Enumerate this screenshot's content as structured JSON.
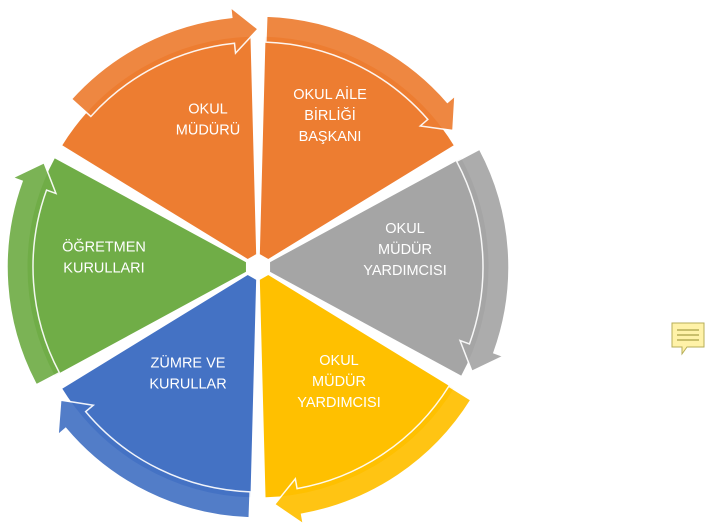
{
  "diagram": {
    "segments": [
      {
        "id": "okul-muduru",
        "lines": [
          "OKUL",
          "MÜDÜRÜ"
        ],
        "color": "#ed7d31",
        "arrow_color": "#ed7d31"
      },
      {
        "id": "okul-aile-birligi-baskani",
        "lines": [
          "OKUL AİLE",
          "BİRLİĞİ",
          "BAŞKANI"
        ],
        "color": "#ed7d31",
        "arrow_color": "#ed7d31"
      },
      {
        "id": "okul-mudur-yardimcisi-1",
        "lines": [
          "OKUL",
          "MÜDÜR",
          "YARDIMCISI"
        ],
        "color": "#a5a5a5",
        "arrow_color": "#a5a5a5"
      },
      {
        "id": "okul-mudur-yardimcisi-2",
        "lines": [
          "OKUL",
          "MÜDÜR",
          "YARDIMCISI"
        ],
        "color": "#ffc000",
        "arrow_color": "#ffc000"
      },
      {
        "id": "zumre-ve-kurullar",
        "lines": [
          "ZÜMRE VE",
          "KURULLAR"
        ],
        "color": "#4472c4",
        "arrow_color": "#4472c4"
      },
      {
        "id": "ogretmen-kurullari",
        "lines": [
          "ÖĞRETMEN",
          "KURULLARI"
        ],
        "color": "#70ad47",
        "arrow_color": "#70ad47"
      }
    ]
  },
  "comment_icon": {
    "icon": "comment-note-icon",
    "color": "#fff2a8",
    "border": "#b7ae57"
  }
}
